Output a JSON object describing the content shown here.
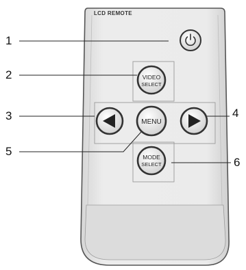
{
  "remote": {
    "brand_label": "LCD REMOTE",
    "buttons": {
      "power": "power-icon",
      "video_select": [
        "VIDEO",
        "SELECT"
      ],
      "menu": "MENU",
      "left": "left-arrow-icon",
      "right": "right-arrow-icon",
      "mode_select": [
        "MODE",
        "SELECT"
      ]
    }
  },
  "callouts": [
    {
      "number": "1",
      "target": "power-button"
    },
    {
      "number": "2",
      "target": "video-select-button"
    },
    {
      "number": "3",
      "target": "left-arrow-button"
    },
    {
      "number": "4",
      "target": "right-arrow-button"
    },
    {
      "number": "5",
      "target": "menu-button"
    },
    {
      "number": "6",
      "target": "mode-select-button"
    }
  ]
}
